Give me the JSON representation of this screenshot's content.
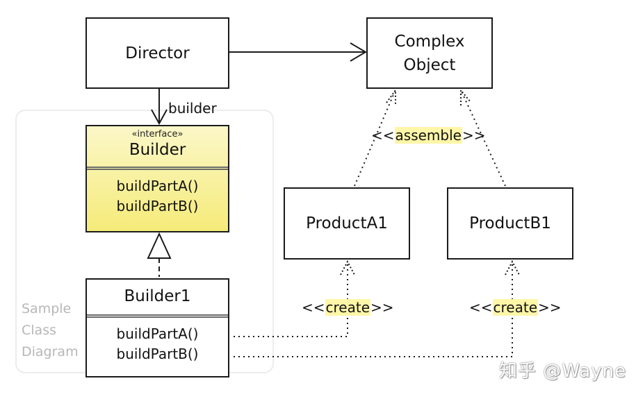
{
  "diagram": {
    "frame_label": "Sample\nClass\nDiagram",
    "director": "Director",
    "complex_object": "Complex\nObject",
    "builder_interface": {
      "stereotype": "«interface»",
      "name": "Builder",
      "operations": [
        "buildPartA()",
        "buildPartB()"
      ]
    },
    "builder1": {
      "name": "Builder1",
      "operations": [
        "buildPartA()",
        "buildPartB()"
      ]
    },
    "product_a1": "ProductA1",
    "product_b1": "ProductB1",
    "labels": {
      "builder_role": "builder",
      "assemble_open": "<<",
      "assemble_word": "assemble",
      "assemble_close": ">>",
      "create_a_open": "<<",
      "create_a_word": "create",
      "create_a_close": ">>",
      "create_b_open": "<<",
      "create_b_word": "create",
      "create_b_close": ">>"
    }
  },
  "watermark": "知乎 @Wayne",
  "colors": {
    "interface_fill_top": "#fbf7c7",
    "interface_fill_bottom": "#f5eb7a",
    "label_highlight": "#fff6a8",
    "frame_text": "#b7b7b7"
  }
}
